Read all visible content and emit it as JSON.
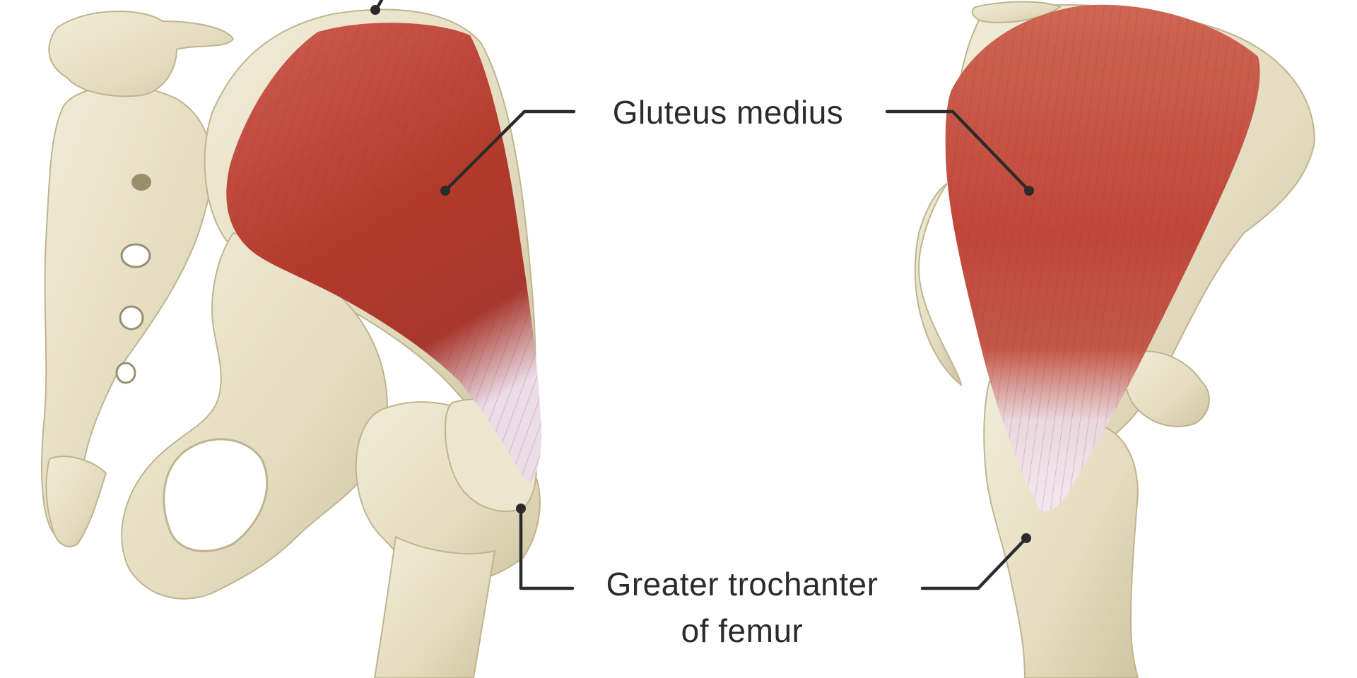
{
  "labels": {
    "gluteus_medius": "Gluteus medius",
    "greater_trochanter_line1": "Greater trochanter",
    "greater_trochanter_line2": "of femur"
  },
  "colors": {
    "background": "#ffffff",
    "bone": "#e8e1c7",
    "bone_shadow": "#c9bf9c",
    "muscle": "#b23a2c",
    "muscle_light": "#d9705f",
    "tendon": "#ece4ec",
    "leader_line": "#2b2b2b"
  },
  "icons": [
    "leader-dot"
  ]
}
